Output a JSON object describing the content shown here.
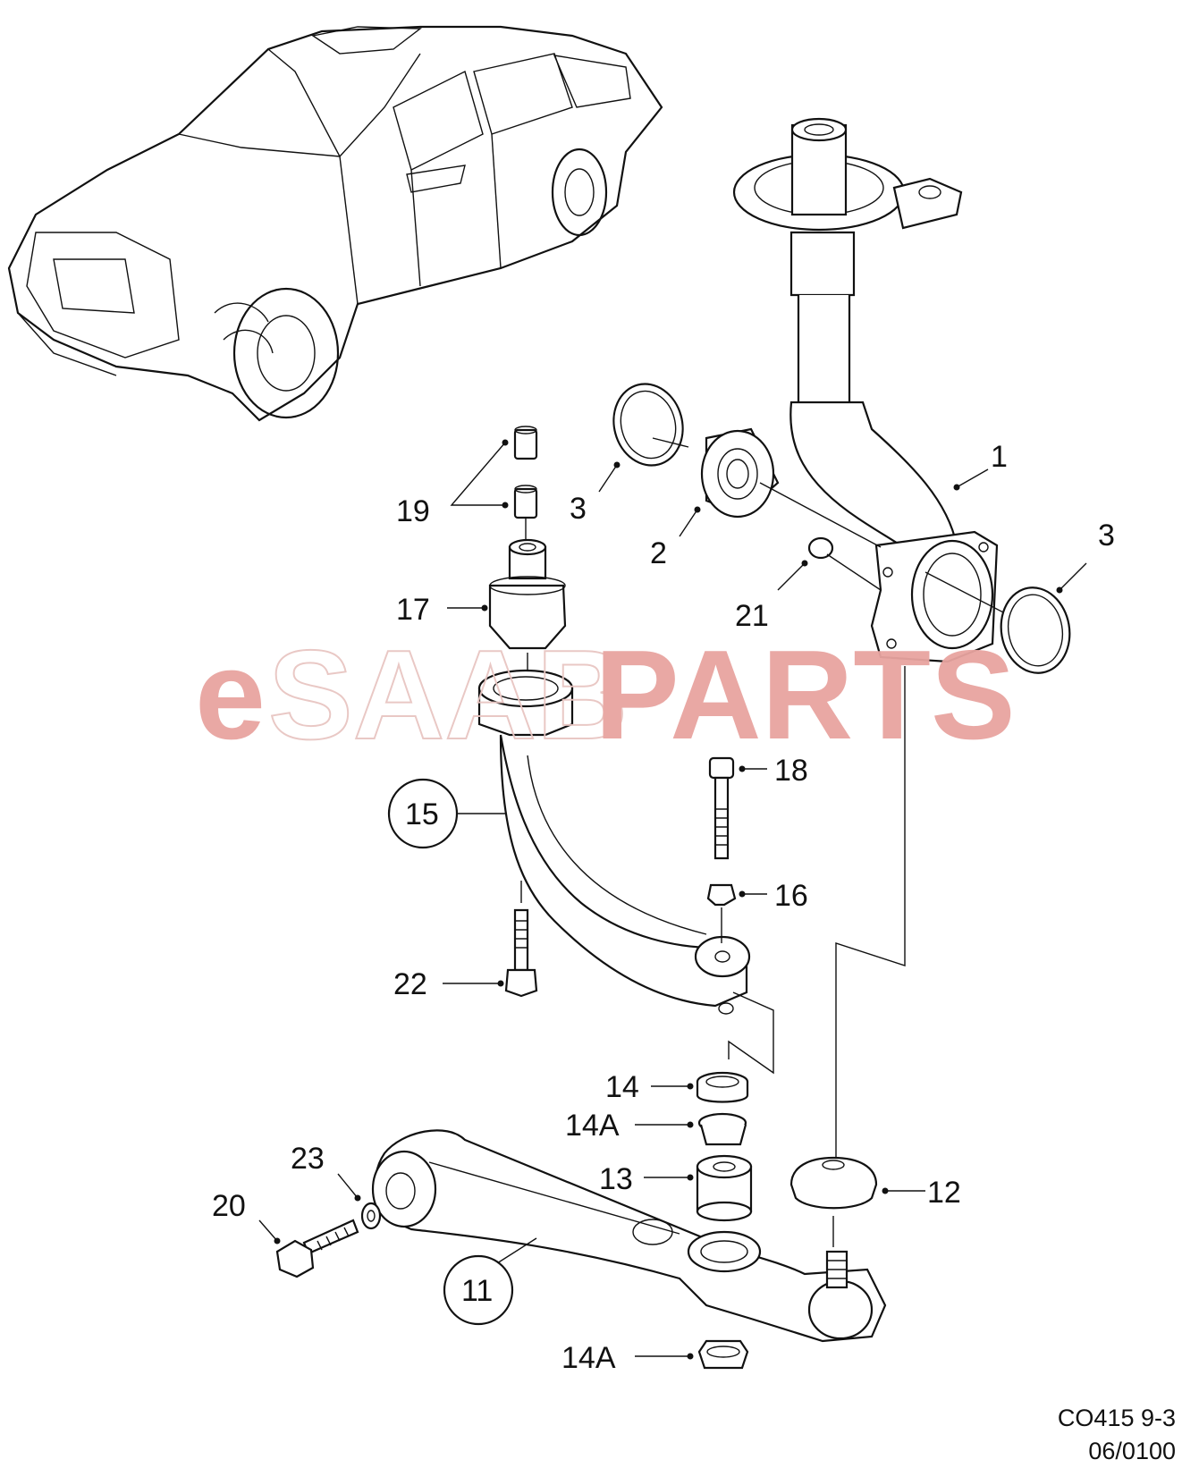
{
  "callouts": {
    "c1": "1",
    "c2": "2",
    "c3a": "3",
    "c3b": "3",
    "c11": "11",
    "c12": "12",
    "c13": "13",
    "c14": "14",
    "c14a_top": "14A",
    "c14a_bottom": "14A",
    "c15": "15",
    "c16": "16",
    "c17": "17",
    "c18": "18",
    "c19": "19",
    "c20": "20",
    "c21": "21",
    "c22": "22",
    "c23": "23"
  },
  "footer": {
    "code": "CO415 9-3",
    "date": "06/0100"
  },
  "watermark": {
    "prefix": "e",
    "middle": "SAAB",
    "suffix": "PARTS",
    "color_prefix": "#e8a4a0",
    "color_suffix": "#e8a4a0"
  },
  "colors": {
    "line": "#111111",
    "background": "#ffffff"
  }
}
